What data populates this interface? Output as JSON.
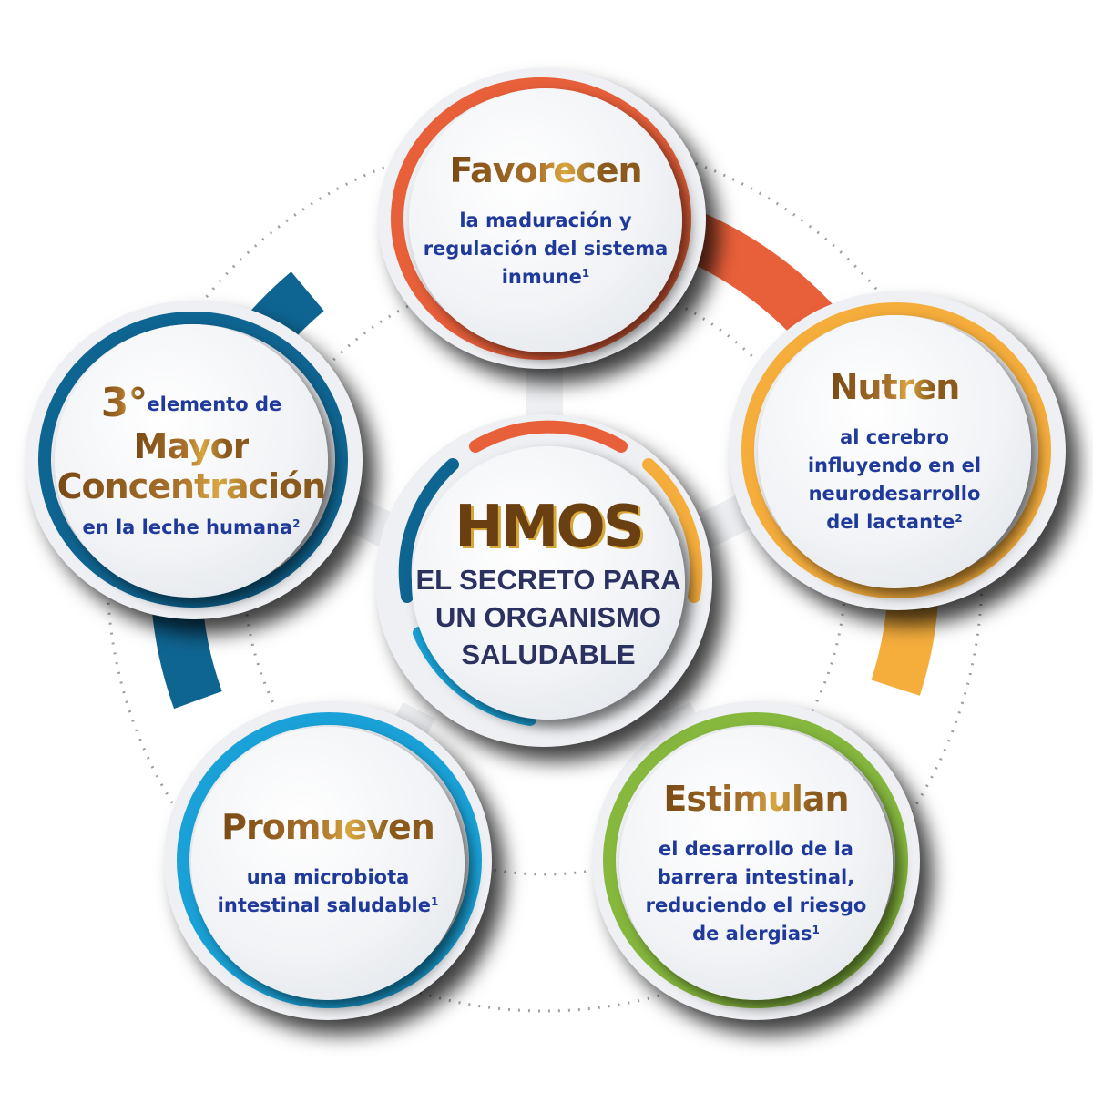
{
  "colors": {
    "orange": "#e8603a",
    "yellow": "#f5ad3c",
    "green": "#86b83e",
    "light_blue": "#1aa2d8",
    "dark_blue": "#0f6592",
    "title_brown": "#8a5a1c",
    "body_blue": "#1f3a9a",
    "center_navy": "#2c3260"
  },
  "center": {
    "title": "HMOS",
    "line1": "EL SECRETO PARA",
    "line2": "UN ORGANISMO",
    "line3": "SALUDABLE"
  },
  "nodes": {
    "top": {
      "title": "Favorecen",
      "line1": "la maduración y",
      "line2": "regulación del sistema",
      "line3": "inmune",
      "sup": "1"
    },
    "right": {
      "title": "Nutren",
      "line1": "al cerebro",
      "line2": "influyendo en el",
      "line3": "neurodesarrollo",
      "line4": "del lactante",
      "sup": "2"
    },
    "bottom_right": {
      "title": "Estimulan",
      "line1": "el desarrollo de la",
      "line2": "barrera intestinal,",
      "line3": "reduciendo el riesgo",
      "line4": "de alergias",
      "sup": "1"
    },
    "bottom_left": {
      "title": "Promueven",
      "line1": "una microbiota",
      "line2": "intestinal saludable",
      "sup": "1"
    },
    "left": {
      "rank": "3°",
      "line1": "elemento de",
      "title1": "Mayor",
      "title2": "Concentración",
      "line2": "en la leche humana",
      "sup": "2"
    }
  }
}
